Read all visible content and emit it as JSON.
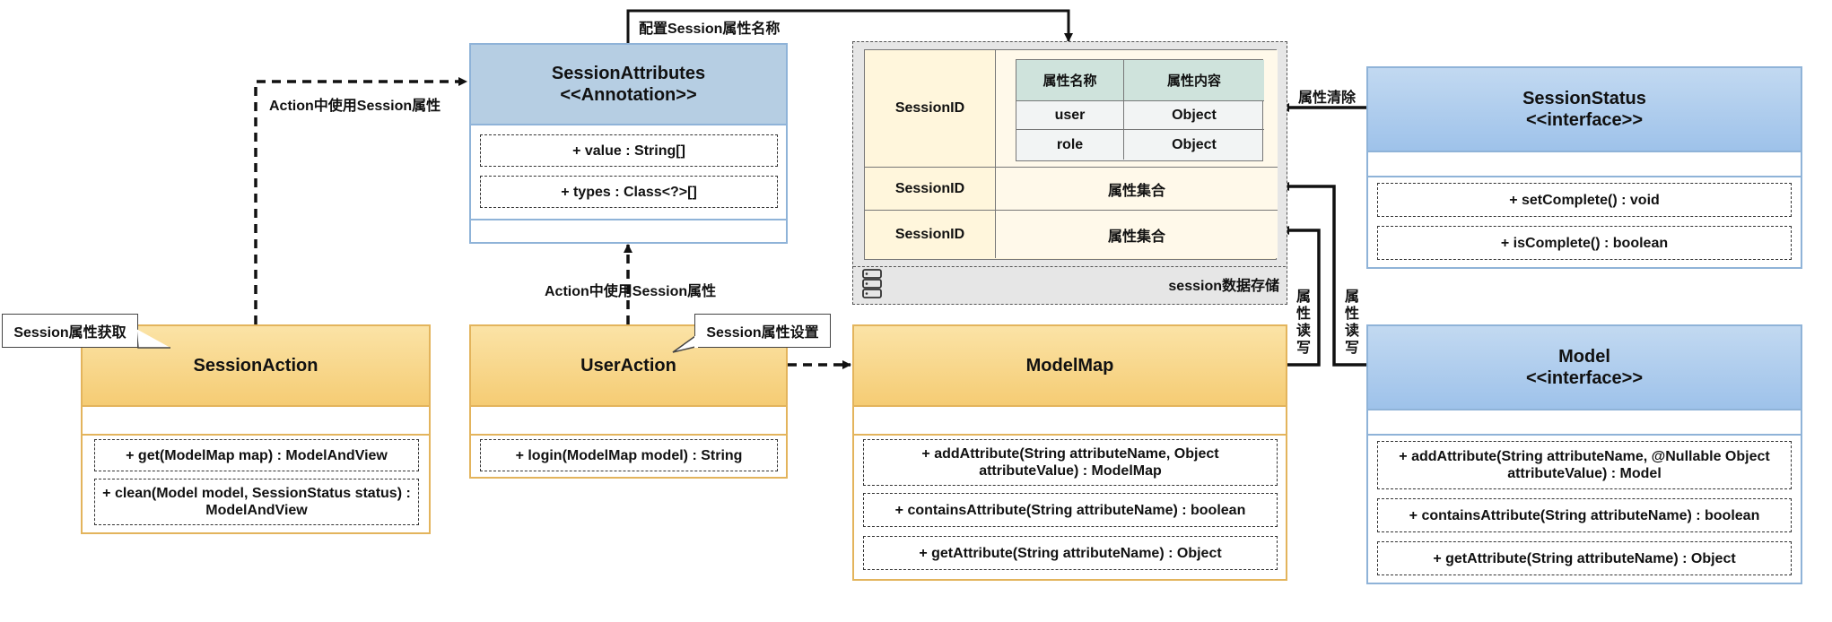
{
  "classes": {
    "session_attributes": {
      "name": "SessionAttributes",
      "stereotype": "<<Annotation>>",
      "members": [
        "+ value : String[]",
        "+ types : Class<?>[]"
      ]
    },
    "session_action": {
      "name": "SessionAction",
      "members": [
        "+ get(ModelMap map) : ModelAndView",
        "+ clean(Model model, SessionStatus status) : ModelAndView"
      ]
    },
    "user_action": {
      "name": "UserAction",
      "members": [
        "+ login(ModelMap model) : String"
      ]
    },
    "model_map": {
      "name": "ModelMap",
      "members": [
        "+ addAttribute(String attributeName, Object attributeValue) : ModelMap",
        "+ containsAttribute(String attributeName) : boolean",
        "+ getAttribute(String attributeName) : Object"
      ]
    },
    "session_status": {
      "name": "SessionStatus",
      "stereotype": "<<interface>>",
      "members": [
        "+ setComplete() : void",
        "+ isComplete() : boolean"
      ]
    },
    "model": {
      "name": "Model",
      "stereotype": "<<interface>>",
      "members": [
        "+ addAttribute(String attributeName, @Nullable Object attributeValue) : Model",
        "+ containsAttribute(String attributeName) : boolean",
        "+ getAttribute(String attributeName) : Object"
      ]
    }
  },
  "session_store": {
    "footer_label": "session数据存储",
    "rows": [
      {
        "key": "SessionID"
      },
      {
        "key": "SessionID",
        "value": "属性集合"
      },
      {
        "key": "SessionID",
        "value": "属性集合"
      }
    ],
    "inner_table": {
      "headers": [
        "属性名称",
        "属性内容"
      ],
      "rows": [
        [
          "user",
          "Object"
        ],
        [
          "role",
          "Object"
        ]
      ]
    }
  },
  "labels": {
    "config_name": "配置Session属性名称",
    "action_use_1": "Action中使用Session属性",
    "action_use_2": "Action中使用Session属性",
    "attr_clear": "属性清除",
    "attr_rw_1": "属性读写",
    "attr_rw_2": "属性读写"
  },
  "callouts": {
    "get": "Session属性获取",
    "set": "Session属性设置"
  }
}
